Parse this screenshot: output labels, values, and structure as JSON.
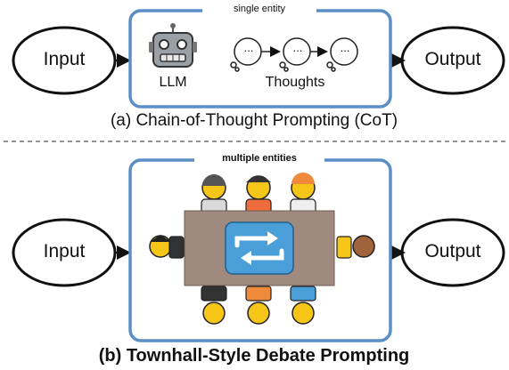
{
  "panel_a": {
    "input_label": "Input",
    "output_label": "Output",
    "entity_tag": "single entity",
    "llm_label": "LLM",
    "thoughts_label": "Thoughts",
    "thought_bubble_text": "...",
    "caption": "(a) Chain-of-Thought Prompting (CoT)"
  },
  "panel_b": {
    "input_label": "Input",
    "output_label": "Output",
    "entity_tag": "multiple entities",
    "caption": "(b) Townhall-Style Debate Prompting"
  },
  "icons": [
    "robot-icon",
    "thought-bubble-icon",
    "person-icon",
    "table-icon",
    "repeat-arrows-icon"
  ],
  "colors": {
    "frame_blue": "#5b8ec7",
    "table_brown": "#a08a80",
    "arrow_blue": "#4a9fd8",
    "skin_yellow": "#f5c518"
  }
}
